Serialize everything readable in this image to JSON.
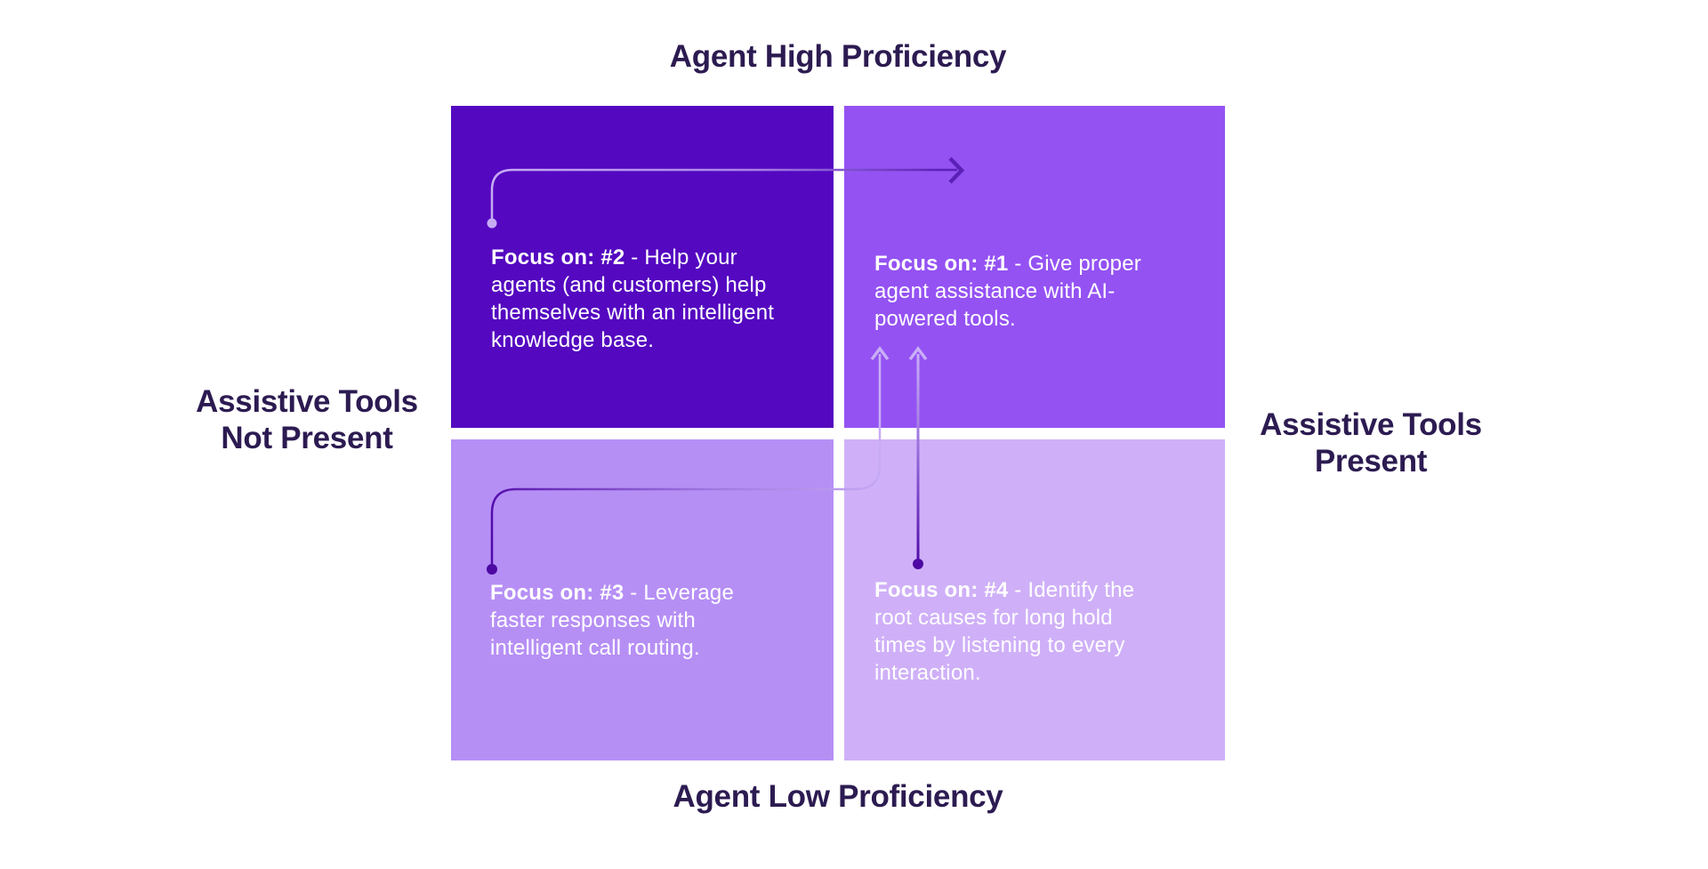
{
  "labels": {
    "top": "Agent High Proficiency",
    "bottom": "Agent Low Proficiency",
    "left_line1": "Assistive Tools",
    "left_line2": "Not Present",
    "right_line1": "Assistive Tools",
    "right_line2": "Present"
  },
  "quadrants": [
    {
      "position": "top-left",
      "color": "#5408C0",
      "text_bold": "Focus on: #2",
      "text_rest": " - Help your agents (and customers) help themselves with an intelligent knowledge base."
    },
    {
      "position": "top-right",
      "color": "#9452F3",
      "text_bold": "Focus on: #1",
      "text_rest": " - Give proper agent assistance with AI-powered tools."
    },
    {
      "position": "bottom-left",
      "color": "#B68FF5",
      "text_bold": "Focus on: #3",
      "text_rest": " - Leverage faster responses with intelligent call routing."
    },
    {
      "position": "bottom-right",
      "color": "#CFB0F8",
      "text_bold": "Focus on: #4",
      "text_rest": " - Identify the root causes for long hold times by listening to every interaction."
    }
  ],
  "arrows": [
    {
      "id": "arrow-q2-to-q1",
      "description": "curved arrow from quadrant #2 pointing right into quadrant #1"
    },
    {
      "id": "arrow-q3-to-q1",
      "description": "curved arrow from quadrant #3 pointing up into quadrant #1"
    },
    {
      "id": "arrow-q4-to-q1",
      "description": "straight arrow from quadrant #4 pointing up into quadrant #1"
    }
  ],
  "colors": {
    "background": "#FFFFFF",
    "axis_label_text": "#2C1B51",
    "quadrant_text": "#FFFFFF",
    "arrow_light": "#C7ACF4",
    "arrow_dark_head": "#5B21B6",
    "arrow_dark_dot": "#4D09A2"
  }
}
